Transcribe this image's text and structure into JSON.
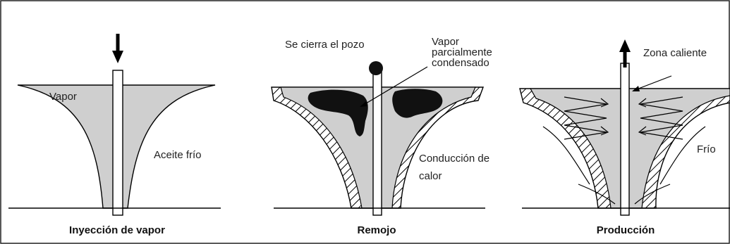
{
  "panels": [
    {
      "caption": "Inyección de vapor",
      "labels": {
        "vapor": "Vapor",
        "cold_oil": "Aceite frío"
      }
    },
    {
      "caption": "Remojo",
      "labels": {
        "well_closed": "Se cierra el pozo",
        "condensed_vapor": [
          "Vapor",
          "parcialmente",
          "condensado"
        ],
        "heat_conduction": [
          "Conducción de",
          "calor"
        ]
      }
    },
    {
      "caption": "Producción",
      "labels": {
        "hot_zone": "Zona caliente",
        "cold": "Frío"
      }
    }
  ],
  "colors": {
    "steam_zone": "#cfcfcf",
    "condensate": "#111111",
    "line": "#000000",
    "border": "#222222"
  }
}
